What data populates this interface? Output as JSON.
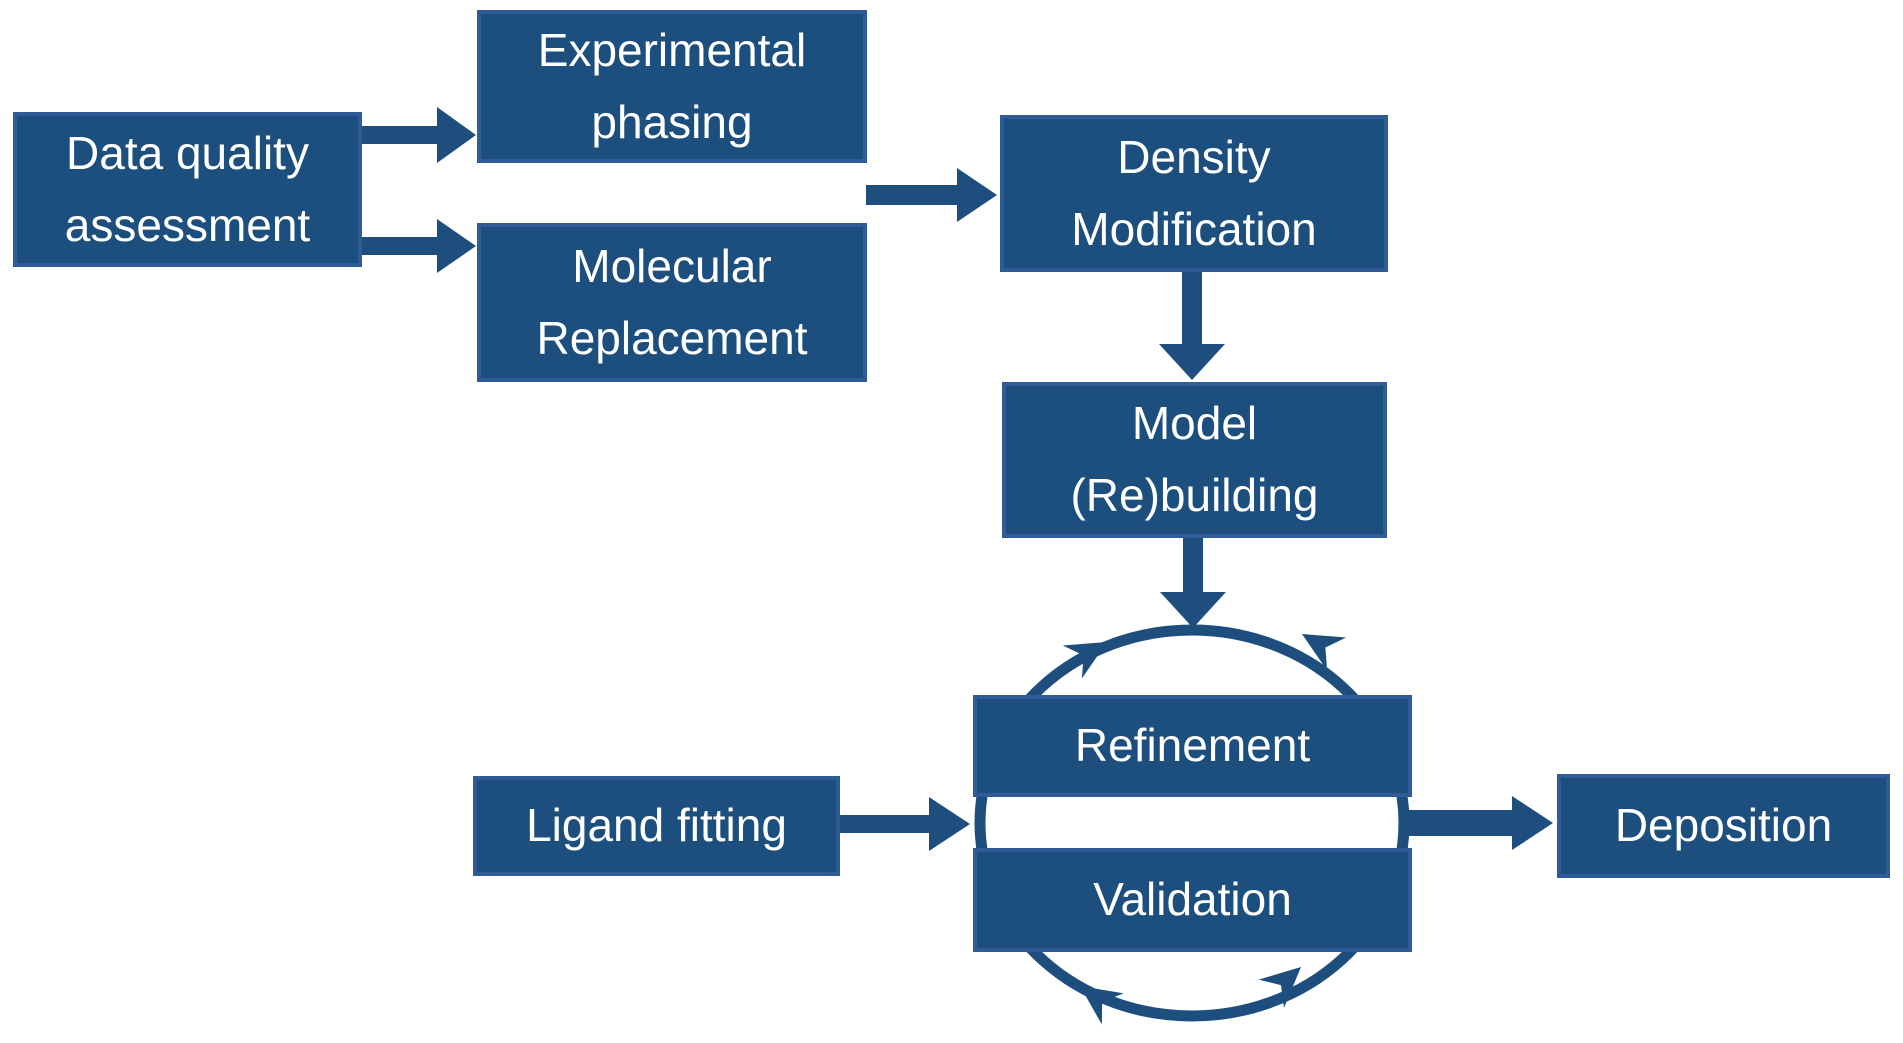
{
  "diagram": {
    "description": "Crystallographic structure solution pipeline flowchart",
    "nodes": [
      {
        "id": "data-quality-assessment",
        "label": "Data quality\nassessment"
      },
      {
        "id": "experimental-phasing",
        "label": "Experimental\nphasing"
      },
      {
        "id": "molecular-replacement",
        "label": "Molecular\nReplacement"
      },
      {
        "id": "density-modification",
        "label": "Density\nModification"
      },
      {
        "id": "model-rebuilding",
        "label": "Model\n(Re)building"
      },
      {
        "id": "refinement",
        "label": "Refinement"
      },
      {
        "id": "validation",
        "label": "Validation"
      },
      {
        "id": "ligand-fitting",
        "label": "Ligand fitting"
      },
      {
        "id": "deposition",
        "label": "Deposition"
      }
    ],
    "edges": [
      {
        "from": "data-quality-assessment",
        "to": "experimental-phasing"
      },
      {
        "from": "data-quality-assessment",
        "to": "molecular-replacement"
      },
      {
        "from": "experimental-phasing / molecular-replacement",
        "to": "density-modification"
      },
      {
        "from": "density-modification",
        "to": "model-rebuilding"
      },
      {
        "from": "model-rebuilding",
        "to": "refinement-validation-cycle"
      },
      {
        "from": "ligand-fitting",
        "to": "refinement-validation-cycle"
      },
      {
        "from": "refinement-validation-cycle",
        "to": "deposition"
      }
    ],
    "cycle": {
      "between": [
        "Refinement",
        "Validation"
      ],
      "style": "circular ring with four stealth arrowheads"
    },
    "colors": {
      "background": "#ffffff",
      "box_fill": "#1c4e7e",
      "box_border": "#2f5b96",
      "arrow": "#1d4e7e",
      "text": "#ffffff"
    }
  }
}
